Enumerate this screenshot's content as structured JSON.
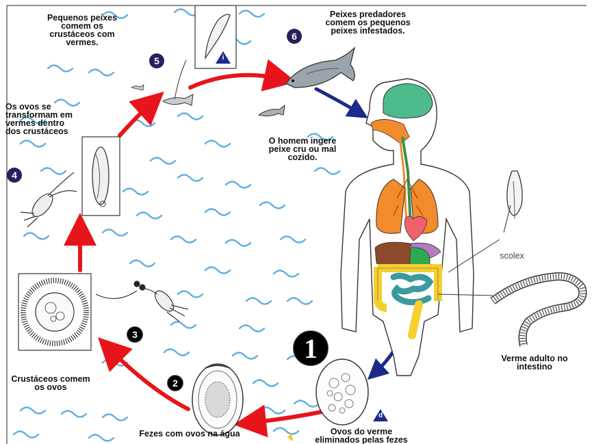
{
  "labels": {
    "small_fish_eat": "Pequenos peixes\ncomem os\ncrustáceos com\nvermes.",
    "predator_fish": "Peixes predadores\ncomem os pequenos\npeixes infestados.",
    "eggs_transform": "Os ovos se\ntransformam em\nvermes dentro\ndos crustáceos",
    "human_eats": "O homem ingere\npeixe cru ou mal\ncozido.",
    "scolex": "scolex",
    "adult_worm": "Verme adulto no\nintestino",
    "crustaceans_eat": "Crustáceos comem\nos ovos",
    "feces_water": "Fezes com ovos na água",
    "eggs_eliminated": "Ovos do verme\neliminados pelas fezes"
  },
  "steps": {
    "s1": "1",
    "s2": "2",
    "s3": "3",
    "s4": "4",
    "s5": "5",
    "s6": "6"
  },
  "markers": {
    "infective": "i",
    "diagnostic": "d"
  },
  "colors": {
    "cycle_arrow": "#e8141b",
    "human_arrow": "#1b2a8a",
    "water": "#5fb0e0",
    "badge": "#2b1d5e",
    "brain": "#4dbb8c",
    "lungs": "#f28b2b",
    "liver": "#8b4a2b",
    "stomach": "#2fa84f",
    "colon": "#f5cf2e",
    "small_intestine": "#3b9aa0"
  }
}
